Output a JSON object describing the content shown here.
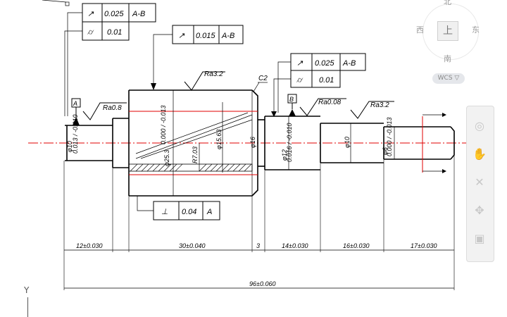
{
  "viewcube": {
    "north": "北",
    "west": "西",
    "east": "东",
    "south": "南",
    "top_face": "上",
    "wcs_label": "WCS ▽"
  },
  "ucs": {
    "y_label": "Y"
  },
  "drawing": {
    "frame_top_left": {
      "symbol_1": "↗",
      "value_1": "0.025",
      "datum_1": "A-B",
      "symbol_2": "⌭",
      "value_2": "0.01"
    },
    "frame_top_mid": {
      "symbol": "↗",
      "value": "0.015",
      "datum": "A-B"
    },
    "frame_right": {
      "symbol_1": "↗",
      "value_1": "0.025",
      "datum_1": "A-B",
      "symbol_2": "⌭",
      "value_2": "0.01"
    },
    "frame_bottom": {
      "symbol": "⊥",
      "value": "0.04",
      "datum": "A"
    },
    "datum_a": "A",
    "datum_b": "B",
    "roughness": [
      "Ra0.8",
      "Ra3.2",
      "Ra0.08",
      "Ra3.2"
    ],
    "chamfer": "C2",
    "diameters": {
      "d1": "φ10",
      "d1_tol": "0.013 / -0.010",
      "d2": "φ25.3",
      "d2_tol": "0.000 / -0.013",
      "d3": "φ15.63",
      "d4": "φ16",
      "d5": "φ12",
      "d5_tol": "0.016 / -0.010",
      "d6": "φ10",
      "d7": "φ6",
      "d7_tol": "0.000 / -0.013",
      "r": "R7.03"
    },
    "lengths": [
      "12±0.030",
      "30±0.040",
      "3",
      "14±0.030",
      "16±0.030",
      "17±0.030"
    ],
    "total_length": "96±0.060"
  }
}
